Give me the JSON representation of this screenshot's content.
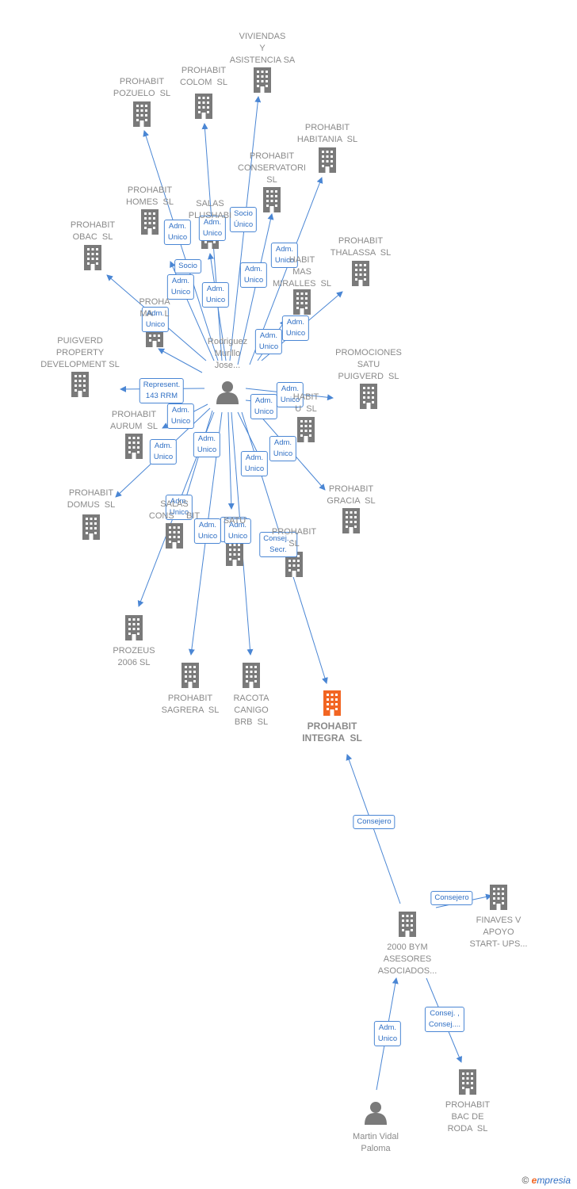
{
  "colors": {
    "edge": "#4a86d4",
    "node": "#7a7a7a",
    "focus": "#f26522",
    "tag_text": "#2f6fc4"
  },
  "nodes": [
    {
      "id": "viviendas",
      "kind": "company",
      "label": "VIVIENDAS\nY\nASISTENCIA SA"
    },
    {
      "id": "pozuelo",
      "kind": "company",
      "label": "PROHABIT\nPOZUELO  SL"
    },
    {
      "id": "colom",
      "kind": "company",
      "label": "PROHABIT\nCOLOM  SL"
    },
    {
      "id": "habitania",
      "kind": "company",
      "label": "PROHABIT\nHABITANIA  SL"
    },
    {
      "id": "conservatori",
      "kind": "company",
      "label": "PROHABIT\nCONSERVATORI\nSL"
    },
    {
      "id": "homes",
      "kind": "company",
      "label": "PROHABIT\nHOMES  SL"
    },
    {
      "id": "salasplus",
      "kind": "company",
      "label": "SALAS\nPLUSHABI"
    },
    {
      "id": "obac",
      "kind": "company",
      "label": "PROHABIT\nOBAC  SL"
    },
    {
      "id": "thalassa",
      "kind": "company",
      "label": "PROHABIT\nTHALASSA  SL"
    },
    {
      "id": "miralles",
      "kind": "company",
      "label": "HABIT\nMAS\nMIRALLES  SL"
    },
    {
      "id": "ma",
      "kind": "company",
      "label": "PROHA\nMA     L"
    },
    {
      "id": "puigverd",
      "kind": "company",
      "label": "PUIGVERD\nPROPERTY\nDEVELOPMENT SL"
    },
    {
      "id": "promociones",
      "kind": "company",
      "label": "PROMOCIONES\nSATU\nPUIGVERD  SL"
    },
    {
      "id": "habitu",
      "kind": "company",
      "label": "HABIT\nU  SL"
    },
    {
      "id": "aurum",
      "kind": "company",
      "label": "PROHABIT\nAURUM  SL"
    },
    {
      "id": "domus",
      "kind": "company",
      "label": "PROHABIT\nDOMUS  SL"
    },
    {
      "id": "gracia",
      "kind": "company",
      "label": "PROHABIT\nGRACIA  SL"
    },
    {
      "id": "salascons",
      "kind": "company",
      "label": "SALAS\nCONS     BIT"
    },
    {
      "id": "satu",
      "kind": "company",
      "label": "SATU"
    },
    {
      "id": "prohabitx",
      "kind": "company",
      "label": "PROHABIT\nSL"
    },
    {
      "id": "prozeus",
      "kind": "company",
      "label": "PROZEUS\n2006 SL"
    },
    {
      "id": "sagrera",
      "kind": "company",
      "label": "PROHABIT\nSAGRERA  SL"
    },
    {
      "id": "racota",
      "kind": "company",
      "label": "RACOTA\nCANIGO\nBRB  SL"
    },
    {
      "id": "integra",
      "kind": "focus",
      "label": "PROHABIT\nINTEGRA  SL"
    },
    {
      "id": "bym",
      "kind": "company",
      "label": "2000 BYM\nASESORES\nASOCIADOS..."
    },
    {
      "id": "finaves",
      "kind": "company",
      "label": "FINAVES V\nAPOYO\nSTART- UPS..."
    },
    {
      "id": "bacderoda",
      "kind": "company",
      "label": "PROHABIT\nBAC DE\nRODA  SL"
    },
    {
      "id": "rodriguez",
      "kind": "person",
      "label": "Rodriguez\nMurillo\nJose..."
    },
    {
      "id": "martin",
      "kind": "person",
      "label": "Martin Vidal\nPaloma"
    }
  ],
  "edges": [
    {
      "from": "rodriguez",
      "to": "pozuelo",
      "label": "Adm.\nUnico"
    },
    {
      "from": "rodriguez",
      "to": "colom",
      "label": "Adm.\nUnico"
    },
    {
      "from": "rodriguez",
      "to": "viviendas",
      "label": "Socio\nÚnico"
    },
    {
      "from": "rodriguez",
      "to": "conservatori",
      "label": "Adm.\nUnico"
    },
    {
      "from": "rodriguez",
      "to": "habitania",
      "label": "Adm.\nUnico"
    },
    {
      "from": "rodriguez",
      "to": "homes",
      "label": "Socio"
    },
    {
      "from": "rodriguez",
      "to": "salasplus",
      "label": "Adm.\nUnico"
    },
    {
      "from": "rodriguez",
      "to": "obac",
      "label": "Adm.\nUnico"
    },
    {
      "from": "rodriguez",
      "to": "thalassa",
      "label": "Adm.\nUnico"
    },
    {
      "from": "rodriguez",
      "to": "miralles",
      "label": "Adm.\nUnico"
    },
    {
      "from": "rodriguez",
      "to": "ma",
      "label": "Adm.\nUnico"
    },
    {
      "from": "rodriguez",
      "to": "puigverd",
      "label": "Represent.\n143 RRM"
    },
    {
      "from": "rodriguez",
      "to": "promociones",
      "label": "Adm.\nUnico"
    },
    {
      "from": "rodriguez",
      "to": "habitu",
      "label": "Adm.\nUnico"
    },
    {
      "from": "rodriguez",
      "to": "aurum",
      "label": "Adm.\nUnico"
    },
    {
      "from": "rodriguez",
      "to": "domus",
      "label": "Adm.\nUnico"
    },
    {
      "from": "rodriguez",
      "to": "gracia",
      "label": "Adm.\nUnico"
    },
    {
      "from": "rodriguez",
      "to": "salascons",
      "label": "Adm.\nUnico"
    },
    {
      "from": "rodriguez",
      "to": "satu",
      "label": "Adm.\nUnico"
    },
    {
      "from": "rodriguez",
      "to": "prohabitx",
      "label": "Adm.\nUnico"
    },
    {
      "from": "rodriguez",
      "to": "prozeus",
      "label": "Adm.\nUnico"
    },
    {
      "from": "rodriguez",
      "to": "sagrera",
      "label": "Adm.\nUnico"
    },
    {
      "from": "rodriguez",
      "to": "racota",
      "label": "Adm.\nUnico"
    },
    {
      "from": "rodriguez",
      "to": "integra",
      "label": "Consej. ,\nSecr."
    },
    {
      "from": "bym",
      "to": "integra",
      "label": "Consejero"
    },
    {
      "from": "bym",
      "to": "finaves",
      "label": "Consejero"
    },
    {
      "from": "martin",
      "to": "bym",
      "label": "Adm.\nUnico"
    },
    {
      "from": "bym",
      "to": "bacderoda",
      "label": "Consej. ,\nConsej...."
    }
  ],
  "footer": {
    "copyright": "©",
    "brand_e": "e",
    "brand_rest": "mpresia"
  }
}
